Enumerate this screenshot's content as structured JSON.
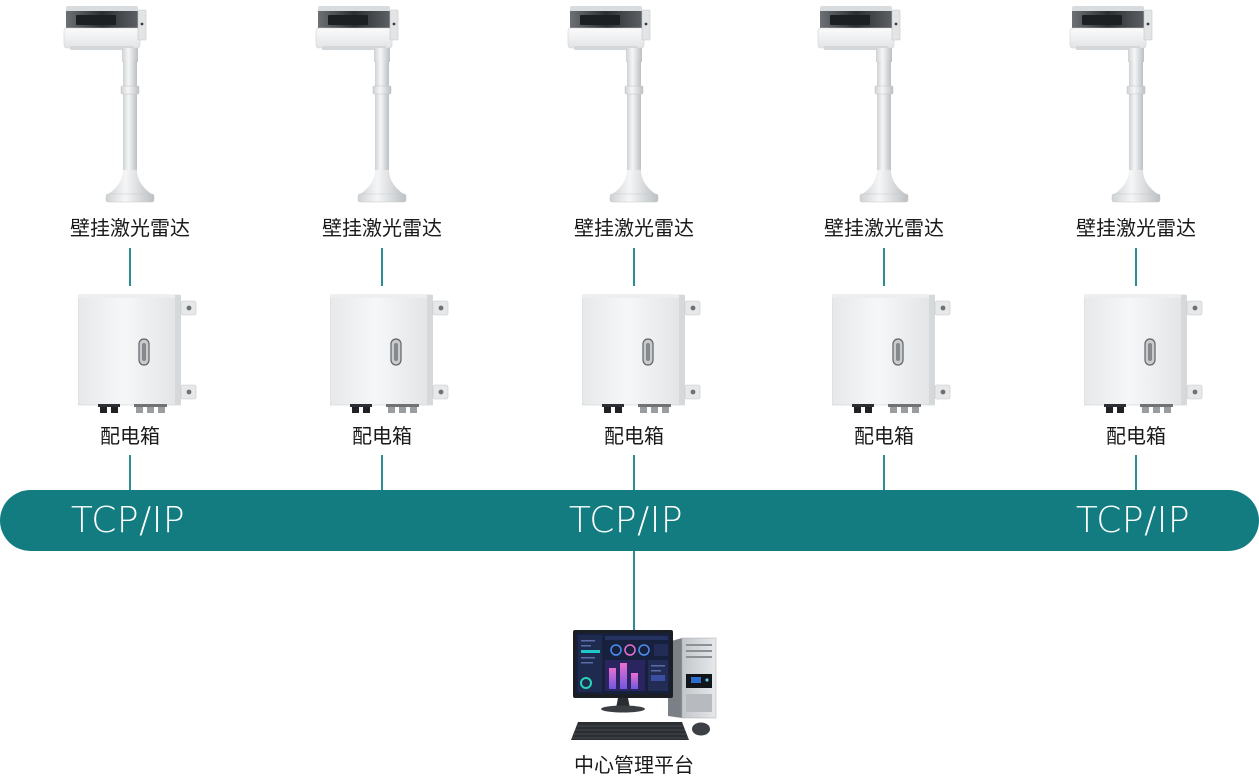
{
  "stations": [
    {
      "lidar_label": "壁挂激光雷达",
      "box_label": "配电箱"
    },
    {
      "lidar_label": "壁挂激光雷达",
      "box_label": "配电箱"
    },
    {
      "lidar_label": "壁挂激光雷达",
      "box_label": "配电箱"
    },
    {
      "lidar_label": "壁挂激光雷达",
      "box_label": "配电箱"
    },
    {
      "lidar_label": "壁挂激光雷达",
      "box_label": "配电箱"
    }
  ],
  "network": {
    "labels": [
      "TCP/IP",
      "TCP/IP",
      "TCP/IP"
    ]
  },
  "platform": {
    "label": "中心管理平台"
  },
  "icons": {
    "lidar": "lidar-icon",
    "box": "distribution-box-icon",
    "computer": "computer-icon"
  },
  "colors": {
    "bus": "#127c81",
    "connector": "#2d8d93",
    "label_text": "#1a1a1a",
    "bus_text": "#ffffff"
  }
}
